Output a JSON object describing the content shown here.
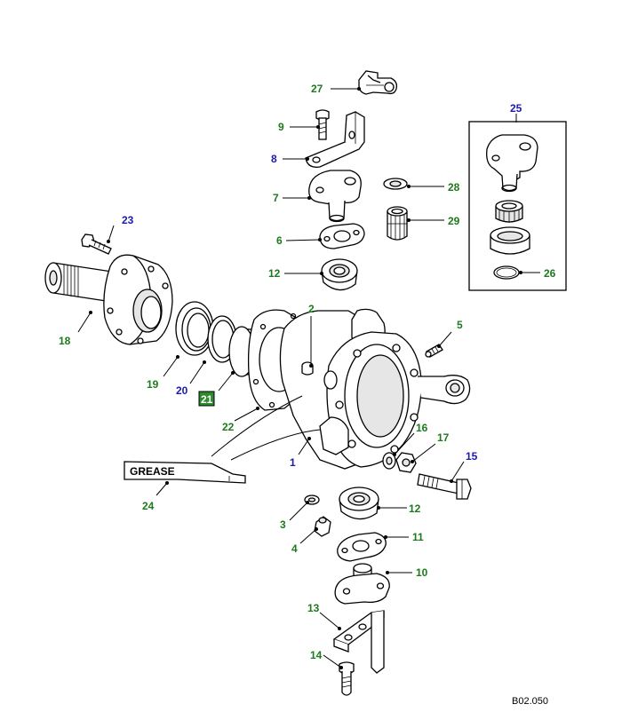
{
  "diagram": {
    "labels": {
      "p1": "1",
      "p2": "2",
      "p3": "3",
      "p4": "4",
      "p5": "5",
      "p6": "6",
      "p7": "7",
      "p8": "8",
      "p9": "9",
      "p10": "10",
      "p11": "11",
      "p12a": "12",
      "p12b": "12",
      "p13": "13",
      "p14": "14",
      "p15": "15",
      "p16": "16",
      "p17": "17",
      "p18": "18",
      "p19": "19",
      "p20": "20",
      "p21": "21",
      "p22": "22",
      "p23": "23",
      "p24": "24",
      "p25": "25",
      "p26": "26",
      "p27": "27",
      "p28": "28",
      "p29": "29"
    },
    "grease_tag": "GREASE",
    "reference_code": "B02.050",
    "colors": {
      "label_green": "#1d7a1d",
      "label_blue": "#1a1ab0",
      "highlight_box": "#2d8a2d"
    }
  }
}
